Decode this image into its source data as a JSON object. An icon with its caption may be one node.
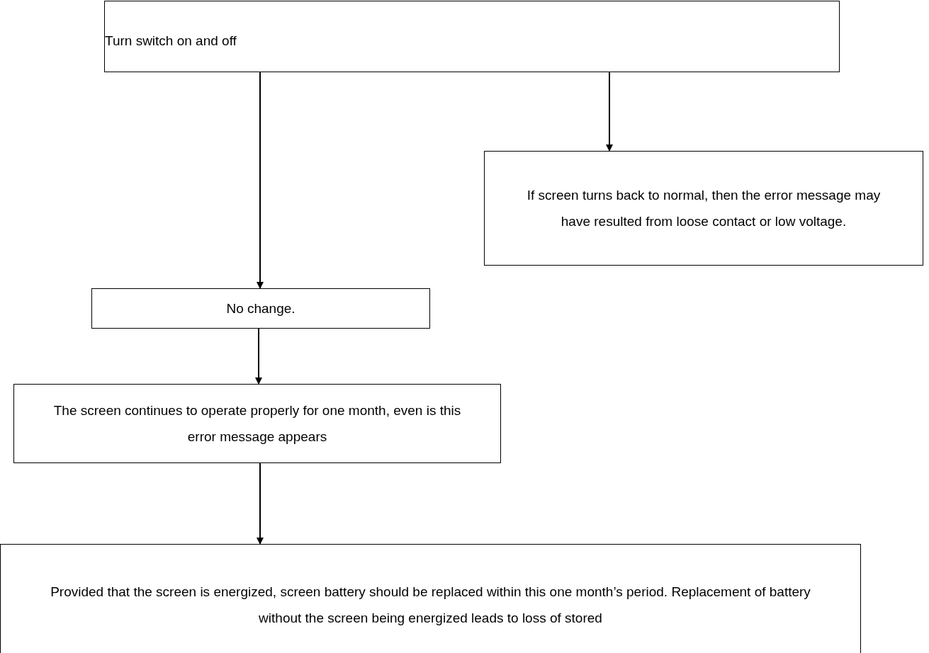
{
  "diagram": {
    "nodes": [
      {
        "text": [
          "Turn switch on and off"
        ]
      },
      {
        "text": [
          "If screen turns back to normal, then the error message may have resulted from loose contact or low voltage."
        ]
      },
      {
        "text": [
          "No change."
        ]
      },
      {
        "text": [
          "The screen continues to operate properly for one month, even is this error message appears"
        ]
      },
      {
        "text": [
          "Provided that the screen is energized, screen battery should be replaced within this one month’s period. Replacement of battery without the screen being energized leads to loss of stored"
        ]
      }
    ],
    "edges": [
      {
        "from": 0,
        "to": 2,
        "arrow": "to"
      },
      {
        "from": 0,
        "to": 1,
        "arrow": "to"
      },
      {
        "from": 2,
        "to": 3,
        "arrow": "to"
      },
      {
        "from": 3,
        "to": 4,
        "arrow": "to"
      }
    ]
  }
}
